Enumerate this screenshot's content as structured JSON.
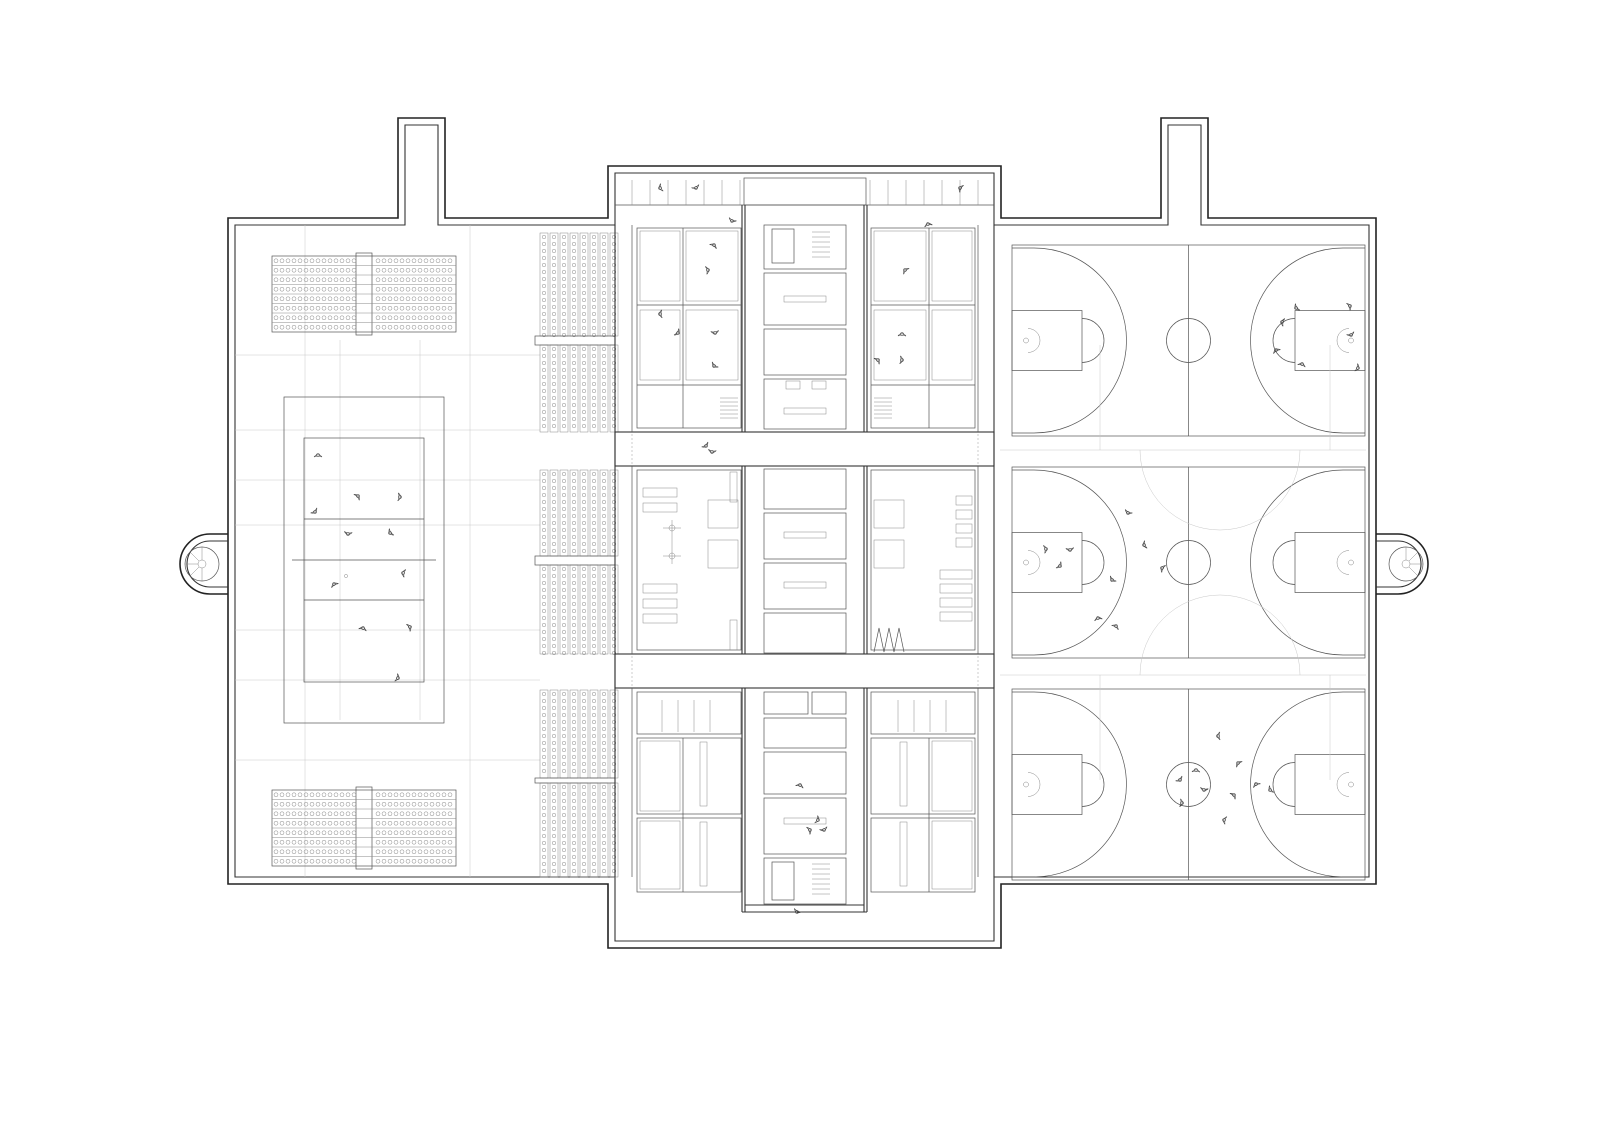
{
  "drawing": {
    "type": "architectural floor plan",
    "colors": {
      "background": "#ffffff",
      "wall": "#222222",
      "line": "#555555",
      "faint": "#c8c8c8"
    },
    "zones": [
      {
        "name": "west-hall",
        "contains": [
          "volleyball-court",
          "bleacher-block-north",
          "bleacher-block-south",
          "tiered-seating-west"
        ]
      },
      {
        "name": "central-core",
        "contains": [
          "classroom-wing-north",
          "classroom-wing-middle",
          "classroom-wing-south",
          "stair-core-north",
          "stair-core-south",
          "corridor-north",
          "corridor-south"
        ]
      },
      {
        "name": "east-hall",
        "contains": [
          "basketball-court-1",
          "basketball-court-2",
          "basketball-court-3"
        ]
      },
      {
        "name": "spiral-stairs",
        "contains": [
          "spiral-stair-west",
          "spiral-stair-east"
        ]
      }
    ],
    "basketball_courts": 3,
    "volleyball_courts": 1,
    "spiral_stairs": 2
  }
}
